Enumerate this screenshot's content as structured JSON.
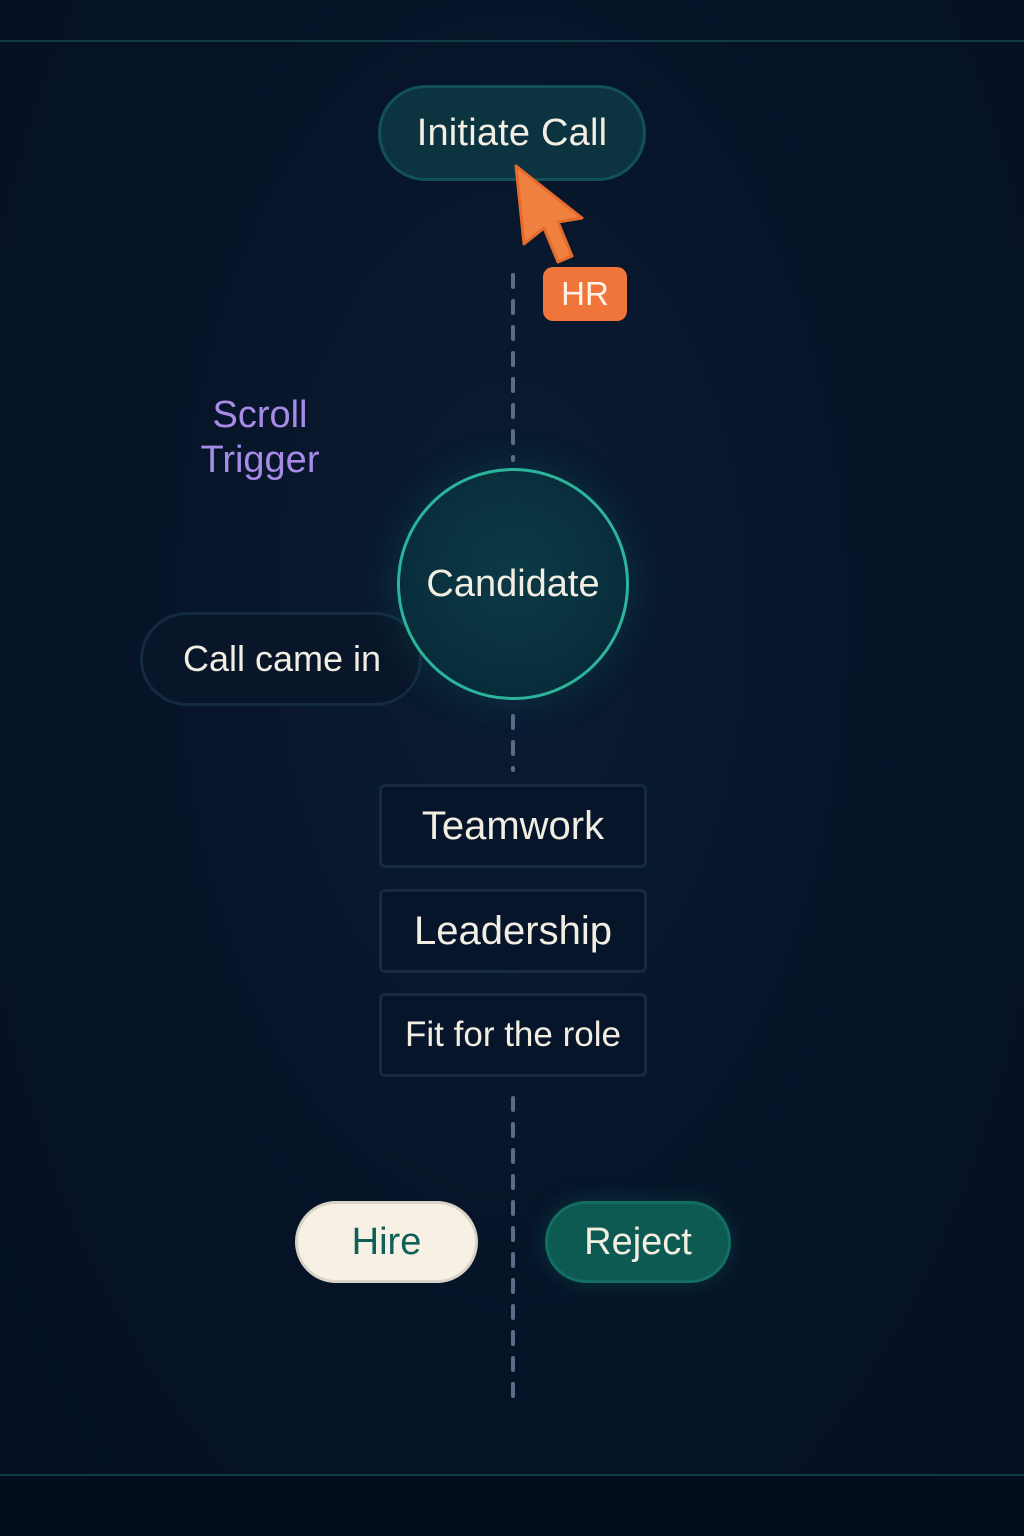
{
  "flow": {
    "start_action": "Initiate Call",
    "actor_badge": "HR",
    "trigger_label": [
      "Scroll",
      "Trigger"
    ],
    "subject": "Candidate",
    "event_label": "Call came in",
    "criteria": [
      "Teamwork",
      "Leadership",
      "Fit for the role"
    ],
    "decisions": {
      "hire": "Hire",
      "reject": "Reject"
    }
  },
  "colors": {
    "background": "#061327",
    "accent_teal": "#2bb59b",
    "accent_orange": "#f0753a",
    "accent_purple": "#a88be6",
    "text_light": "#f2eee2"
  },
  "icons": {
    "cursor": "mouse-pointer-icon"
  }
}
